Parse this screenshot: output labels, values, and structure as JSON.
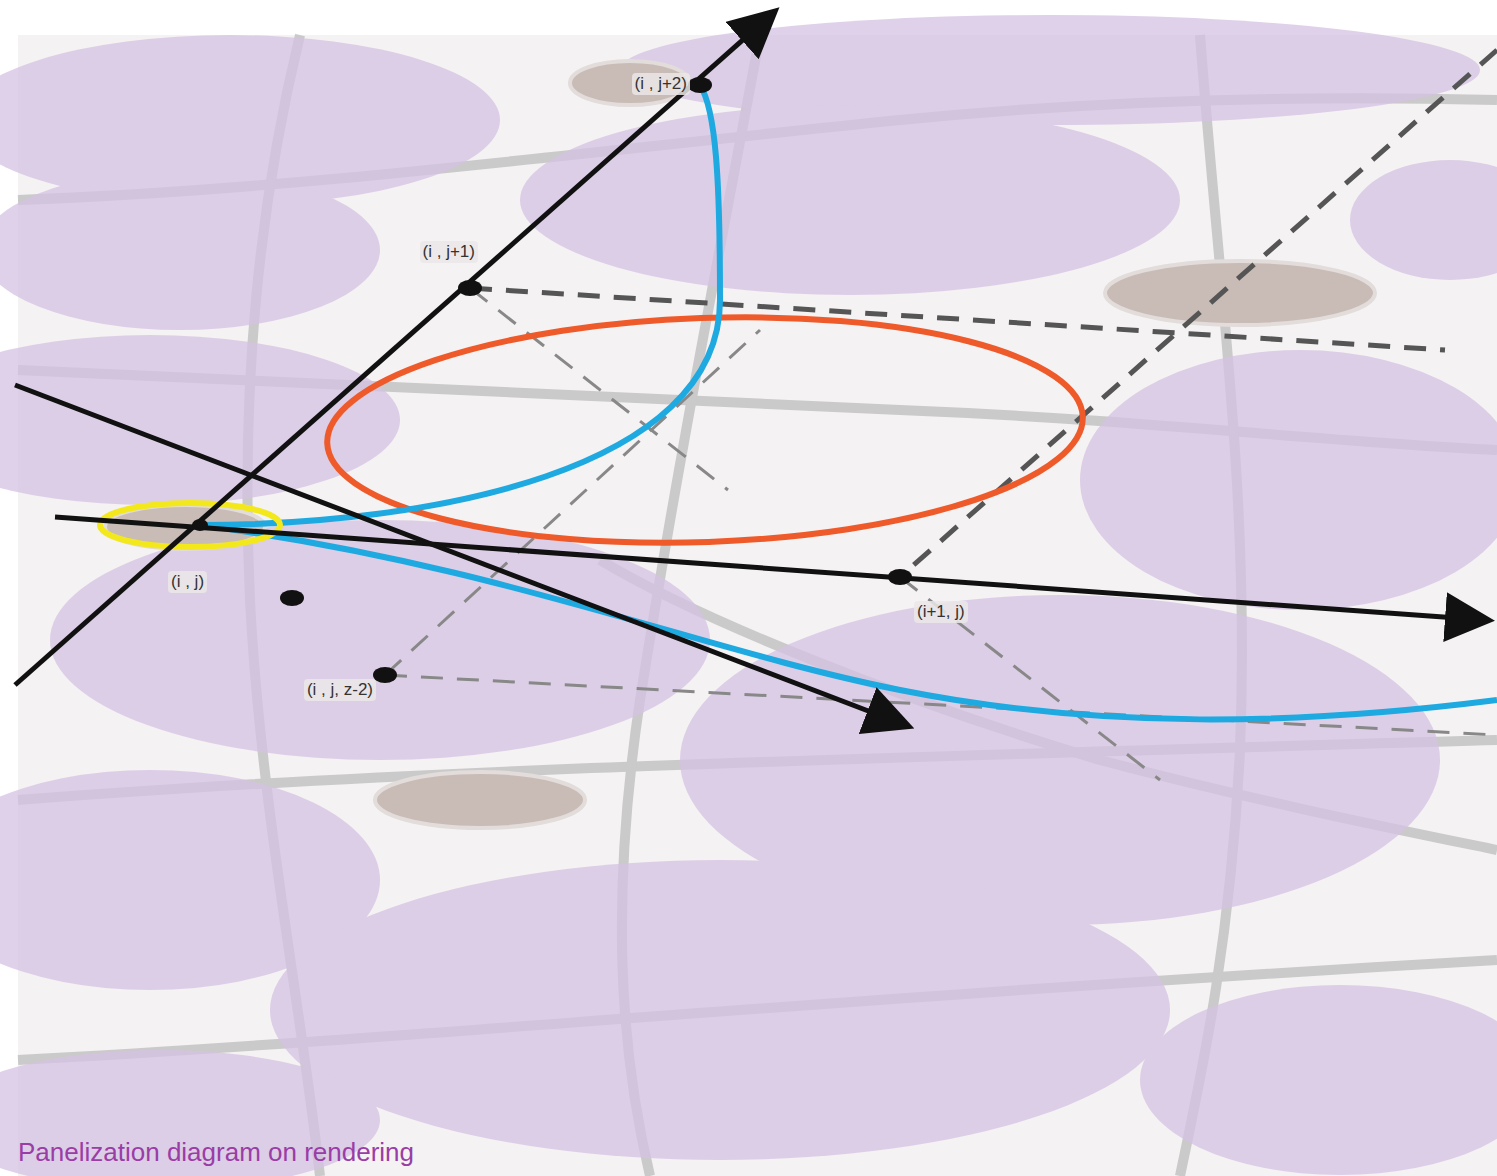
{
  "diagram": {
    "caption": "Panelization diagram on rendering",
    "labels": [
      "(i , j+2)",
      "(i , j+1)",
      "(i , j)",
      "(i+1, j)",
      "(i , j, z-2)"
    ]
  }
}
